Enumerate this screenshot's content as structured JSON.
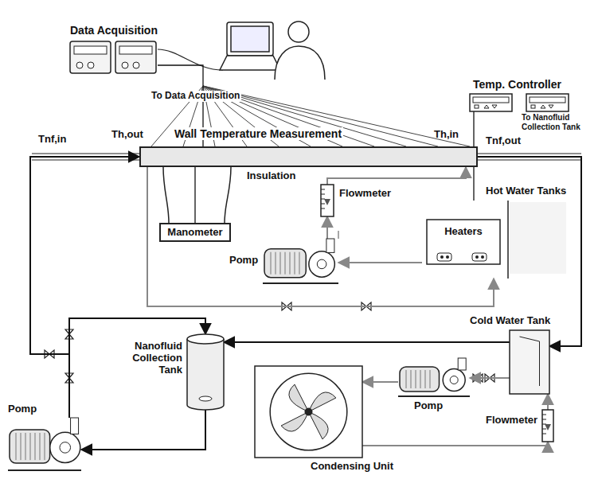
{
  "diagram": {
    "nodes": [
      {
        "text": [
          "Data Acquisition"
        ]
      },
      {
        "text": [
          "Temp. Controller"
        ]
      },
      {
        "text": [
          "Wall Temperature Measurement"
        ]
      },
      {
        "text": [
          "Manometer"
        ]
      },
      {
        "text": [
          "Flowmeter"
        ]
      },
      {
        "text": [
          "Hot Water Tanks"
        ]
      },
      {
        "text": [
          "Heaters"
        ],
        "in": 5
      },
      {
        "text": [
          "Pomp"
        ]
      },
      {
        "text": [
          "Cold Water Tank"
        ]
      },
      {
        "text": [
          "Nanofluid Collection Tank"
        ]
      },
      {
        "text": [
          "Pomp"
        ]
      },
      {
        "text": [
          "Pomp"
        ]
      },
      {
        "text": [
          "Flowmeter"
        ]
      },
      {
        "text": [
          "Condensing Unit"
        ]
      }
    ],
    "edges": [
      {
        "from": 2,
        "to": 0,
        "arrow": "none",
        "label": "To Data Acquisition"
      },
      {
        "from": 3,
        "to": 2,
        "arrow": "none"
      },
      {
        "from": 7,
        "to": 4,
        "arrow": "to"
      },
      {
        "from": 4,
        "to": 2,
        "arrow": "to"
      },
      {
        "from": 5,
        "to": 7,
        "arrow": "to"
      },
      {
        "from": 2,
        "to": 5,
        "arrow": "to"
      },
      {
        "from": 1,
        "to": 5,
        "arrow": "none"
      },
      {
        "from": 10,
        "to": 2,
        "arrow": "to"
      },
      {
        "from": 10,
        "to": 9,
        "arrow": "to"
      },
      {
        "from": 9,
        "to": 10,
        "arrow": "to"
      },
      {
        "from": 2,
        "to": 8,
        "arrow": "to"
      },
      {
        "from": 8,
        "to": 9,
        "arrow": "to"
      },
      {
        "from": 8,
        "to": 11,
        "arrow": "to"
      },
      {
        "from": 11,
        "to": 13,
        "arrow": "to"
      },
      {
        "from": 13,
        "to": 12,
        "arrow": "to"
      },
      {
        "from": 12,
        "to": 8,
        "arrow": "to"
      }
    ],
    "labels": [
      "Tnf,in",
      "Th,out",
      "Th,in",
      "Tnf,out",
      "Insulation",
      "To Nanofluid Collection Tank"
    ]
  }
}
